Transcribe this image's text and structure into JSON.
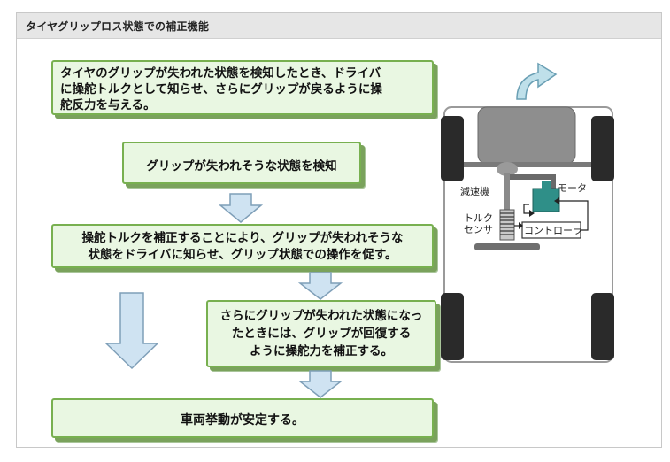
{
  "header": {
    "title": "タイヤグリップロス状態での補正機能"
  },
  "flow": {
    "box1": "タイヤのグリップが失われた状態を検知したとき、ドライバ\nに操舵トルクとして知らせ、さらにグリップが戻るように操\n舵反力を与える。",
    "box2": "グリップが失われそうな状態を検知",
    "box3": "操舵トルクを補正することにより、グリップが失われそうな\n状態をドライバに知らせ、グリップ状態での操作を促す。",
    "box4": "さらにグリップが失われた状態になっ\nたときには、グリップが回復する\nように操舵力を補正する。",
    "box5": "車両挙動が安定する。"
  },
  "diagram": {
    "reducer_label": "減速機",
    "motor_label": "モータ",
    "torque_sensor_label": "トルク\nセンサ",
    "controller_label": "コントローラ"
  },
  "colors": {
    "box_fill": "#e9f7e2",
    "box_border": "#78b050",
    "arrow_fill": "#cfe3f2",
    "arrow_stroke": "#7f9fb8",
    "motor_color": "#2f8f88"
  }
}
